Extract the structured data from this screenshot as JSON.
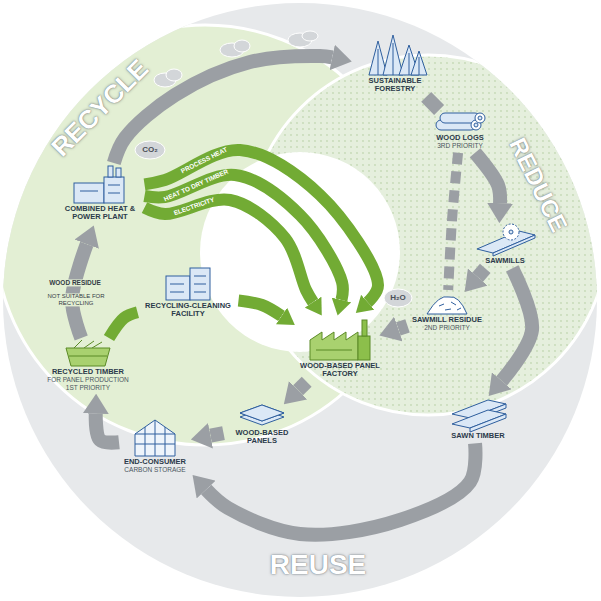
{
  "diagram": {
    "nodes": [
      {
        "text": [
          "SUSTAINABLE FORESTRY"
        ]
      },
      {
        "text": [
          "WOOD LOGS",
          "3RD PRIORITY"
        ]
      },
      {
        "text": [
          "SAWMILLS"
        ]
      },
      {
        "text": [
          "SAWMILL RESIDUE",
          "2ND PRIORITY"
        ]
      },
      {
        "text": [
          "SAWN TIMBER"
        ]
      },
      {
        "text": [
          "WOOD-BASED PANEL FACTORY"
        ]
      },
      {
        "text": [
          "WOOD-BASED PANELS"
        ]
      },
      {
        "text": [
          "END-CONSUMER",
          "CARBON STORAGE"
        ]
      },
      {
        "text": [
          "RECYCLED TIMBER",
          "FOR PANEL PRODUCTION 1ST PRIORITY"
        ]
      },
      {
        "text": [
          "RECYCLING-CLEANING FACILITY"
        ]
      },
      {
        "text": [
          "COMBINED HEAT & POWER PLANT"
        ]
      }
    ],
    "edges": [
      {
        "from": 10,
        "to": 0,
        "arrow": "to"
      },
      {
        "from": 0,
        "to": 1,
        "arrow": "none"
      },
      {
        "from": 1,
        "to": 2,
        "arrow": "to"
      },
      {
        "from": 1,
        "to": 3,
        "arrow": "none"
      },
      {
        "from": 2,
        "to": 3,
        "arrow": "to"
      },
      {
        "from": 3,
        "to": 5,
        "arrow": "to"
      },
      {
        "from": 2,
        "to": 4,
        "arrow": "to"
      },
      {
        "from": 4,
        "to": 7,
        "arrow": "to"
      },
      {
        "from": 5,
        "to": 6,
        "arrow": "to"
      },
      {
        "from": 6,
        "to": 7,
        "arrow": "to"
      },
      {
        "from": 7,
        "to": 8,
        "arrow": "to"
      },
      {
        "from": 8,
        "to": 10,
        "label": "WOOD RESIDUE",
        "arrow": "to"
      },
      {
        "from": 8,
        "to": 9,
        "arrow": "none"
      },
      {
        "from": 9,
        "to": 5,
        "arrow": "to"
      },
      {
        "from": 10,
        "to": 5,
        "label": "PROCESS HEAT",
        "arrow": "to"
      },
      {
        "from": 10,
        "to": 5,
        "label": "HEAT TO DRY TIMBER",
        "arrow": "to"
      },
      {
        "from": 10,
        "to": 5,
        "label": "ELECTRICITY",
        "arrow": "to"
      }
    ],
    "labels": [
      "RECYCLE",
      "REDUCE",
      "REUSE",
      "NOT SUITABLE FOR RECYCLING",
      "CO₂",
      "H₂O"
    ]
  }
}
